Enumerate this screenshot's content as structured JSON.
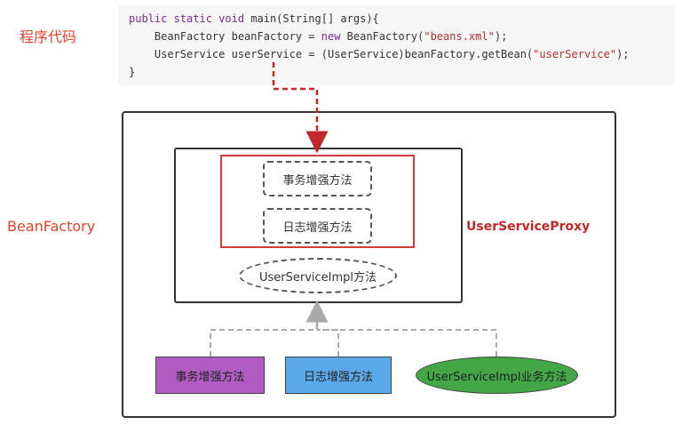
{
  "labels": {
    "program_code": "程序代码",
    "bean_factory": "BeanFactory",
    "proxy": "UserServiceProxy"
  },
  "code": {
    "line1": {
      "kw1": "public static void ",
      "rest": "main(String[] args){"
    },
    "line2": {
      "pre": "    BeanFactory beanFactory = ",
      "kw": "new",
      "mid": " BeanFactory(",
      "str": "\"beans.xml\"",
      "post": ");"
    },
    "line3": {
      "pre": "    UserService userService = (UserService)beanFactory.getBean(",
      "str": "\"userService\"",
      "post": ");"
    },
    "line4": "}"
  },
  "proxy_content": {
    "tx_method": "事务增强方法",
    "log_method": "日志增强方法",
    "impl_method": "UserServiceImpl方法"
  },
  "components": [
    {
      "label": "事务增强方法",
      "color": "#b05cc2"
    },
    {
      "label": "日志增强方法",
      "color": "#5aa8e8"
    },
    {
      "label": "UserServiceImpl业务方法",
      "color": "#44a745"
    }
  ],
  "colors": {
    "label_red": "#e0442e",
    "highlight_red": "#d63a3a",
    "arrow_red": "#c0282b"
  }
}
